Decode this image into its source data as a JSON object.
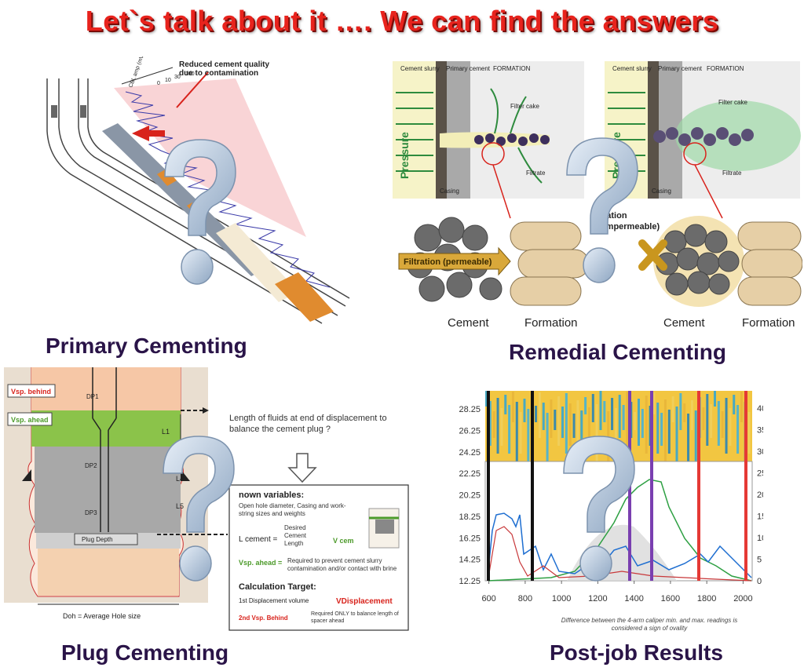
{
  "title": "Let`s talk about it …. We can find the answers",
  "panels": {
    "primary": {
      "caption": "Primary Cementing",
      "annotation": "Reduced cement quality due to contamination",
      "axis_label": "CBL amp (mV)",
      "ticks": [
        "0",
        "10",
        "30",
        "100"
      ]
    },
    "remedial": {
      "caption": "Remedial Cementing",
      "left": {
        "slurry": "Cement slurry",
        "primary": "Primary cement",
        "formation": "FORMATION",
        "pressure": "Pressure",
        "filter_cake": "Filter cake",
        "filtrate": "Filtrate",
        "casing": "Casing"
      },
      "right": {
        "slurry": "Cement slurry",
        "primary": "Primary cement",
        "formation": "FORMATION",
        "pressure": "Pressure",
        "filter_cake": "Filter cake",
        "filtrate": "Filtrate",
        "casing": "Casing",
        "filtration": "ration",
        "impermeable": "(mpermeable)"
      },
      "filtration_label": "Filtration (permeable)",
      "cement": "Cement",
      "formation": "Formation",
      "cement2": "Cement",
      "formation2": "Formation"
    },
    "plug": {
      "caption": "Plug Cementing",
      "v_behind": "Vsp. behind",
      "v_ahead": "Vsp. ahead",
      "dp1": "DP1",
      "dp2": "DP2",
      "dp3": "DP3",
      "plug_depth": "Plug Depth",
      "l1": "L1",
      "l4": "L4",
      "l5": "L5",
      "doh": "Doh = Average Hole size",
      "question": "Length of fluids at end of displacement to balance the cement plug ?",
      "known_vars": "nown variables:",
      "item1": "Open hole diameter, Casing and work-string sizes and weights",
      "l_cement": "L cement =",
      "desired": "Desired Cement Length",
      "v_cem": "V cem",
      "v_ahead_item": "Vsp. ahead =",
      "required_prevent": "Required to prevent cement slurry contamination and/or contact with brine",
      "calc_target": "Calculation Target:",
      "first": "1st Displacement volume",
      "v_displacement": "VDisplacement",
      "second": "2nd Vsp. Behind",
      "required_only": "Required ONLY to balance length of spacer ahead"
    },
    "post": {
      "caption": "Post-job Results",
      "note": "Difference between the 4-arm caliper min. and max. readings is considered a sign of ovality"
    }
  },
  "colors": {
    "title": "#e8231d",
    "caption": "#2a1448",
    "question_mark": "#b7c9dd"
  },
  "chart_data": {
    "type": "line",
    "x_ticks": [
      600,
      800,
      1000,
      1200,
      1400,
      1600,
      1800,
      2000
    ],
    "y_left_ticks": [
      12.25,
      14.25,
      16.25,
      18.25,
      20.25,
      22.25,
      24.25,
      26.25,
      28.25
    ],
    "y_right_ticks": [
      0,
      5,
      10,
      15,
      20,
      25,
      30,
      35,
      40
    ],
    "xlim": [
      580,
      2050
    ],
    "y_right_lim": [
      0,
      44
    ]
  }
}
